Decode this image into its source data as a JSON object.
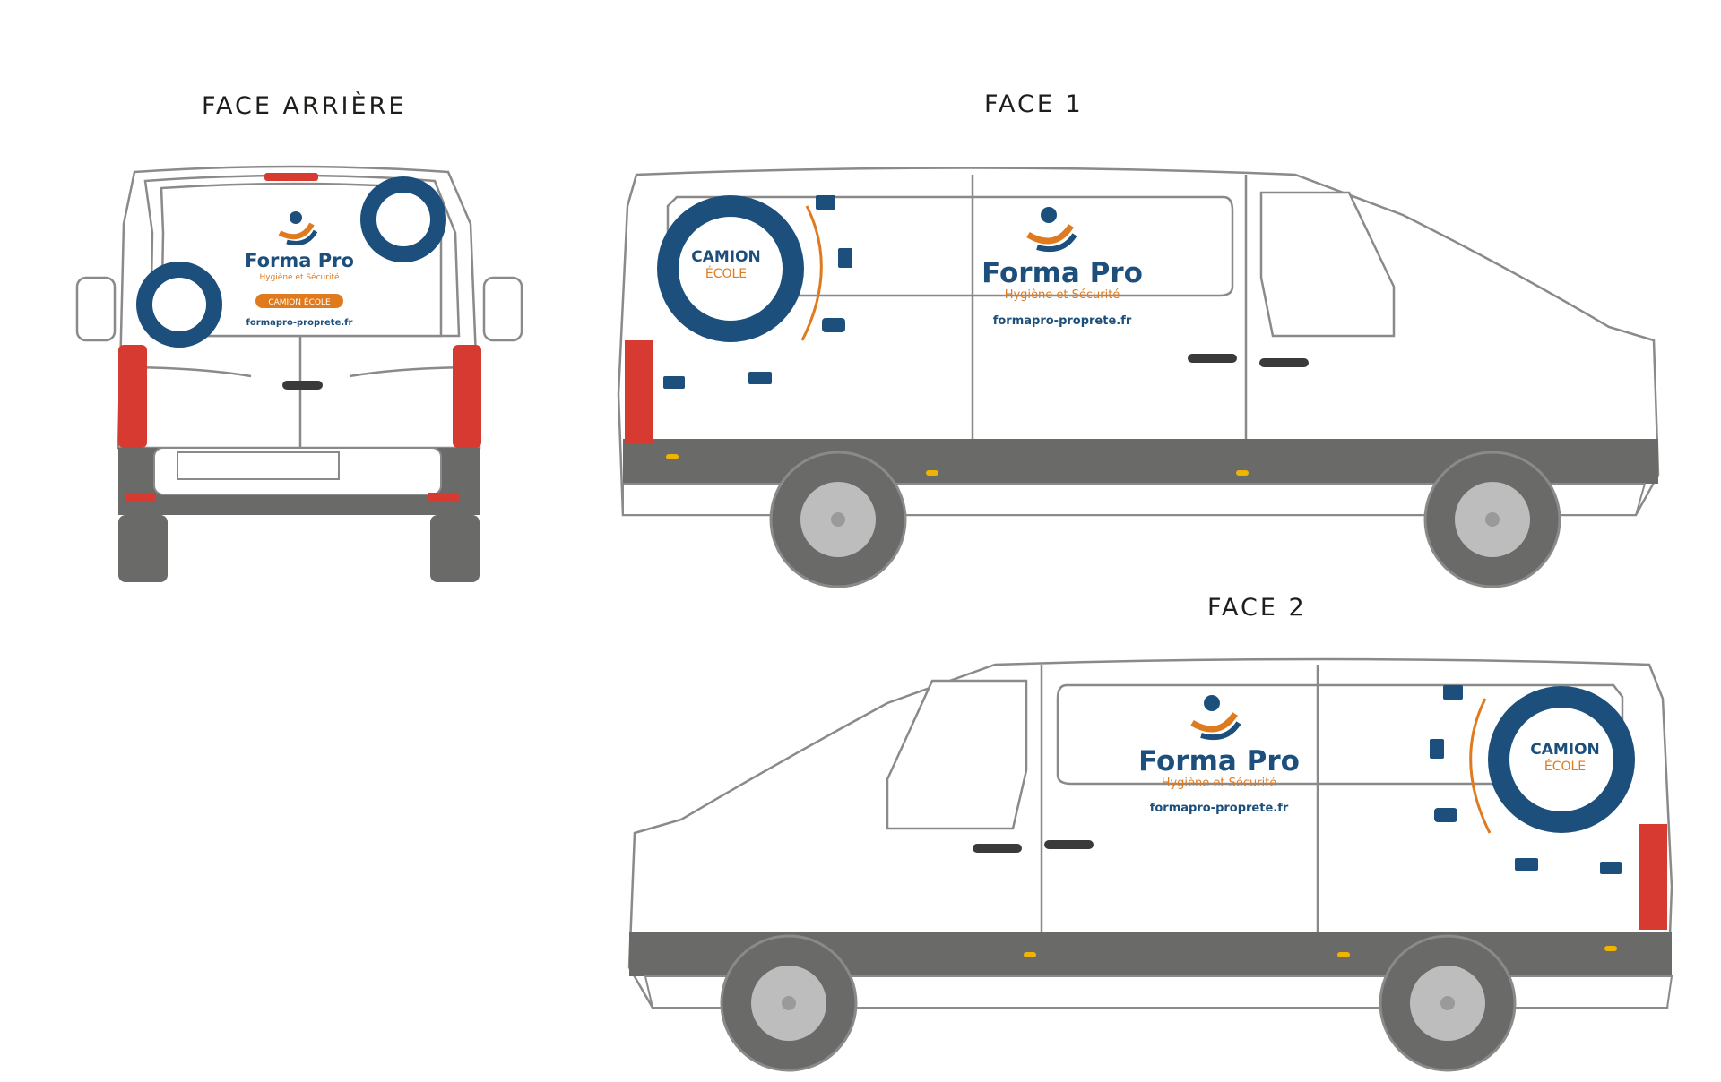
{
  "labels": {
    "rear": "FACE ARRIÈRE",
    "side1": "FACE 1",
    "side2": "FACE 2"
  },
  "brand": {
    "name": "Forma Pro",
    "tagline": "Hygiène et Sécurité",
    "badge": "CAMION ÉCOLE",
    "gear_word1": "CAMION",
    "gear_word2": "ÉCOLE",
    "website": "formapro-proprete.fr"
  },
  "colors": {
    "navy": "#1d4f7c",
    "orange": "#e07a1f",
    "tail_red": "#d63a31",
    "bumper_grey": "#6a6a69",
    "outline": "#8a8a8a",
    "indicator": "#f0b400"
  }
}
